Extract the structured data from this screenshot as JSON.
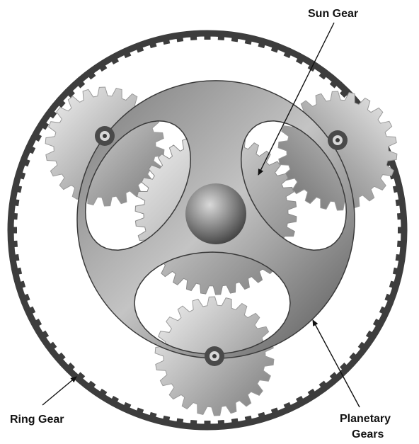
{
  "labels": {
    "sun_gear": "Sun Gear",
    "ring_gear": "Ring Gear",
    "planetary_line1": "Planetary",
    "planetary_line2": "Gears"
  },
  "colors": {
    "ring": "#3d3d3d",
    "carrier": "#5a5a5a",
    "gear_light": "#e9e9e9",
    "gear_dark": "#8c8c8c",
    "outline": "#2a2a2a"
  }
}
